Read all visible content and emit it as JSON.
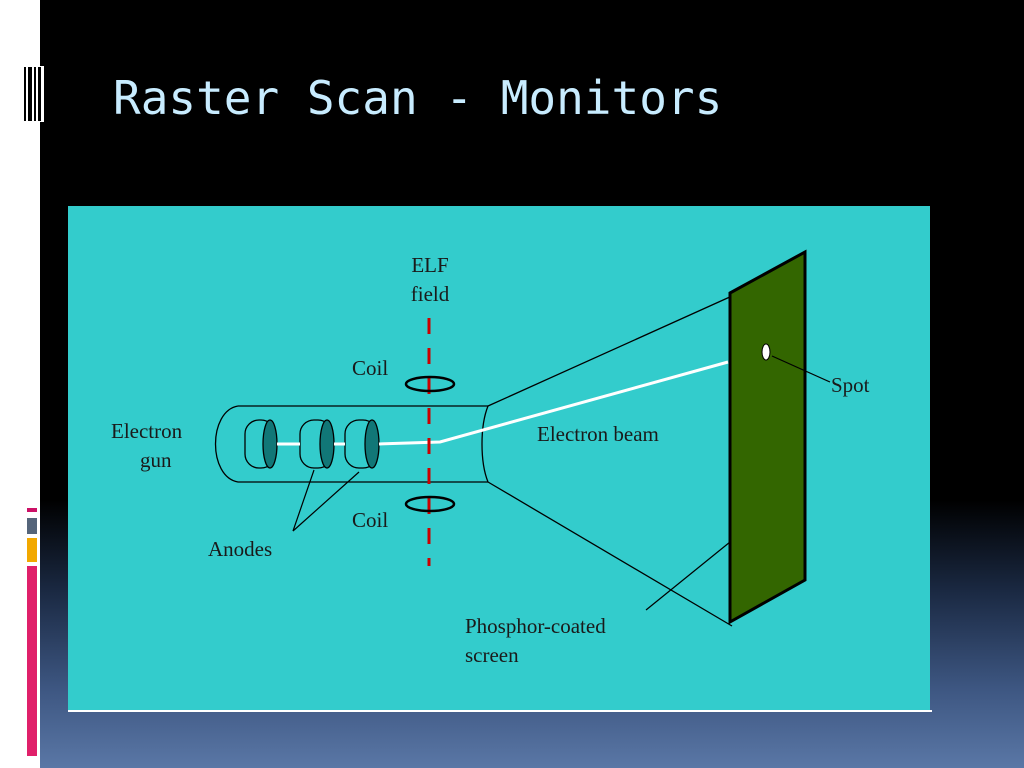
{
  "slide": {
    "title": "Raster Scan - Monitors"
  },
  "diagram": {
    "labels": {
      "elf_line1": "ELF",
      "elf_line2": "field",
      "coil_top": "Coil",
      "coil_bottom": "Coil",
      "electron_gun_line1": "Electron",
      "electron_gun_line2": "gun",
      "anodes": "Anodes",
      "electron_beam": "Electron beam",
      "spot": "Spot",
      "screen_line1": "Phosphor-coated",
      "screen_line2": "screen"
    }
  },
  "colors": {
    "diagram_background": "#33cccc",
    "screen_fill": "#336600",
    "field_line": "#cc0000",
    "title_text": "#c8ecff",
    "anode_fill": "#117777"
  },
  "decor": {
    "title_icon": "vertical-bars-icon",
    "side_marks": "colored-bars-icon"
  }
}
